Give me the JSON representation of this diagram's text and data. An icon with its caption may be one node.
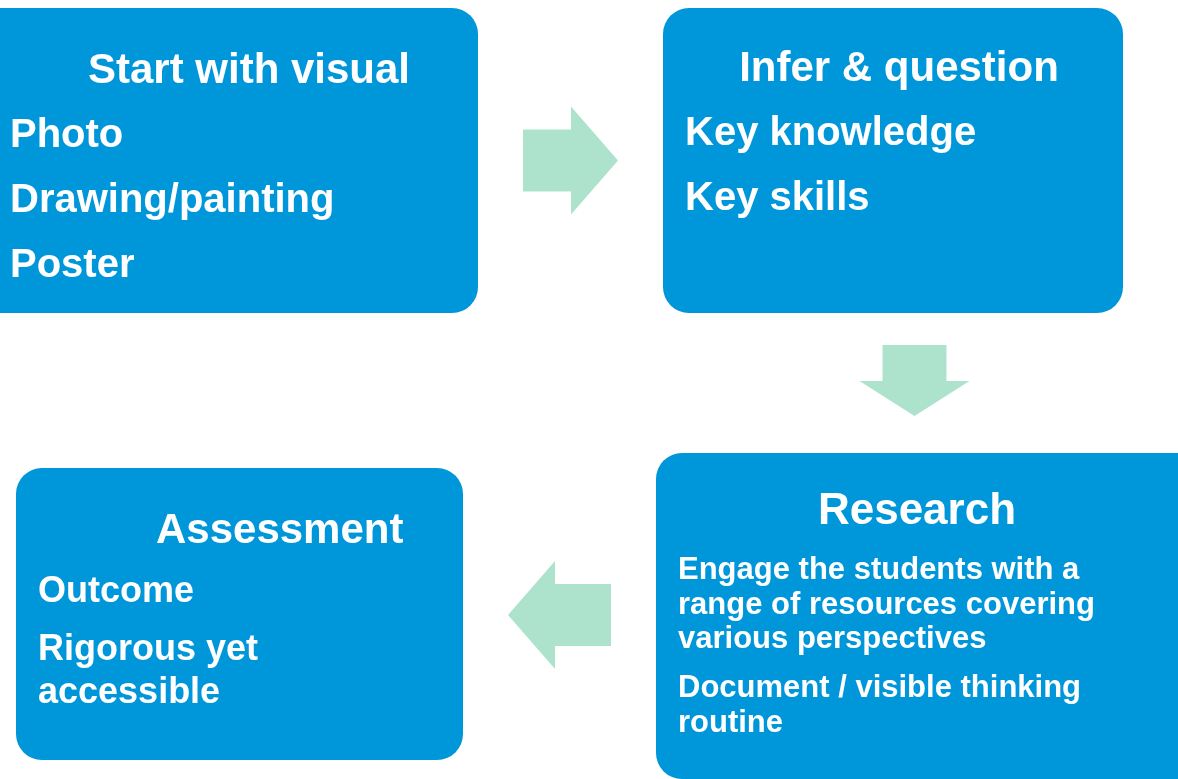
{
  "diagram": {
    "nodes": [
      {
        "text": [
          "Start with visual",
          "Photo",
          "Drawing/painting",
          "Poster"
        ]
      },
      {
        "text": [
          "Infer & question",
          "Key knowledge",
          "Key skills"
        ]
      },
      {
        "text": [
          "Research",
          "Engage the students with a range of resources covering various perspectives",
          "Document / visible thinking routine"
        ]
      },
      {
        "text": [
          "Assessment",
          "Outcome",
          "Rigorous yet accessible"
        ]
      }
    ],
    "edges": [
      {
        "from": 0,
        "to": 1,
        "arrow": "to",
        "color": "#ade3cd"
      },
      {
        "from": 1,
        "to": 2,
        "arrow": "to",
        "color": "#ade3cd"
      },
      {
        "from": 2,
        "to": 3,
        "arrow": "to",
        "color": "#ade3cd"
      }
    ]
  }
}
